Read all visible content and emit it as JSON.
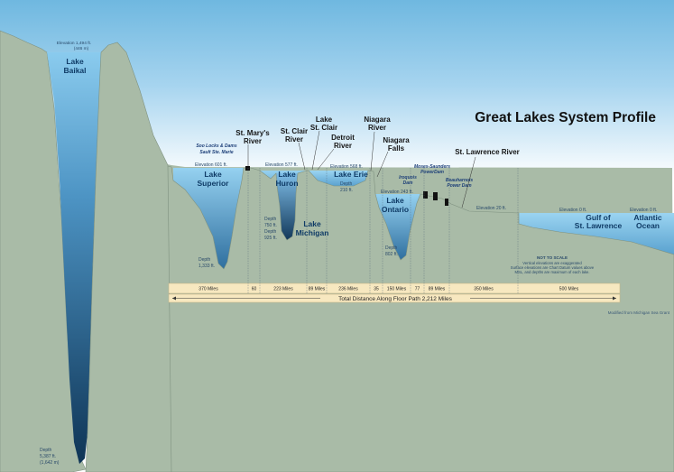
{
  "title": "Great Lakes System Profile",
  "baikal": {
    "name_line1": "Lake",
    "name_line2": "Baikal",
    "elevation_line1": "Elevation 1,494 ft.",
    "elevation_line2": "(446 m)",
    "depth_line1": "Depth",
    "depth_line2": "5,387 ft.",
    "depth_line3": "(1,642 m)"
  },
  "lakes": {
    "superior": {
      "line1": "Lake",
      "line2": "Superior",
      "elevation": "Elevation 601 ft.",
      "depth_line1": "Depth",
      "depth_line2": "1,333 ft."
    },
    "huron": {
      "line1": "Lake",
      "line2": "Huron",
      "elevation": "Elevation 577 ft.",
      "depth_line1": "Depth",
      "depth_line2": "750 ft."
    },
    "michigan": {
      "line1": "Lake",
      "line2": "Michigan",
      "depth_line1": "Depth",
      "depth_line2": "925 ft."
    },
    "erie": {
      "name": "Lake Erie",
      "elevation": "Elevation 568 ft.",
      "depth_line1": "Depth",
      "depth_line2": "210 ft."
    },
    "ontario": {
      "line1": "Lake",
      "line2": "Ontario",
      "elevation": "Elevation 243 ft.",
      "depth_line1": "Depth",
      "depth_line2": "802 ft."
    },
    "gulf": {
      "line1": "Gulf of",
      "line2": "St. Lawrence",
      "elevation": "Elevation 0 ft."
    },
    "atlantic": {
      "line1": "Atlantic",
      "line2": "Ocean",
      "elevation": "Elevation 0 ft."
    }
  },
  "rivers": {
    "st_marys": {
      "line1": "St. Mary's",
      "line2": "River"
    },
    "st_clair_river": {
      "line1": "St. Clair",
      "line2": "River"
    },
    "lake_st_clair": {
      "line1": "Lake",
      "line2": "St. Clair"
    },
    "detroit": {
      "line1": "Detroit",
      "line2": "River"
    },
    "niagara_river": {
      "line1": "Niagara",
      "line2": "River"
    },
    "niagara_falls": {
      "line1": "Niagara",
      "line2": "Falls"
    },
    "st_lawrence": {
      "name": "St. Lawrence River",
      "elevation": "Elevation 20 ft."
    }
  },
  "dams": {
    "soo_locks": {
      "line1": "Soo Locks & Dams",
      "line2": "Sault Ste. Marie"
    },
    "moses_saunders": {
      "line1": "Moses-Saunders",
      "line2": "PowerDam"
    },
    "iroquois": {
      "line1": "Iroquois",
      "line2": "Dam"
    },
    "beauharnois": {
      "line1": "Beauharnois",
      "line2": "Power Dam"
    }
  },
  "note": {
    "line1": "NOT TO SCALE",
    "line2": "Vertical elevations are exaggerated",
    "line3": "Surface elevations are Chart Datum values above",
    "line4": "MSL, and depths are maximum of each lake."
  },
  "segments": [
    {
      "label": "370 Miles"
    },
    {
      "label": "60"
    },
    {
      "label": "223 Miles"
    },
    {
      "label": "89 Miles"
    },
    {
      "label": "236 Miles"
    },
    {
      "label": "35"
    },
    {
      "label": "150 Miles"
    },
    {
      "label": "77"
    },
    {
      "label": "89 Miles"
    },
    {
      "label": "350 Miles"
    },
    {
      "label": "500 Miles"
    }
  ],
  "total_distance": "Total Distance Along Floor Path 2,212 Miles",
  "credit": "Modified from Michigan Sea Grant",
  "colors": {
    "land": "#a9bba7",
    "land_dark": "#8ea08c",
    "sky_top": "#6fb8e0",
    "sky_bottom": "#ffffff",
    "water_light": "#7ec3e6",
    "water_dark": "#123a5c",
    "band": "#f7e8c0"
  }
}
